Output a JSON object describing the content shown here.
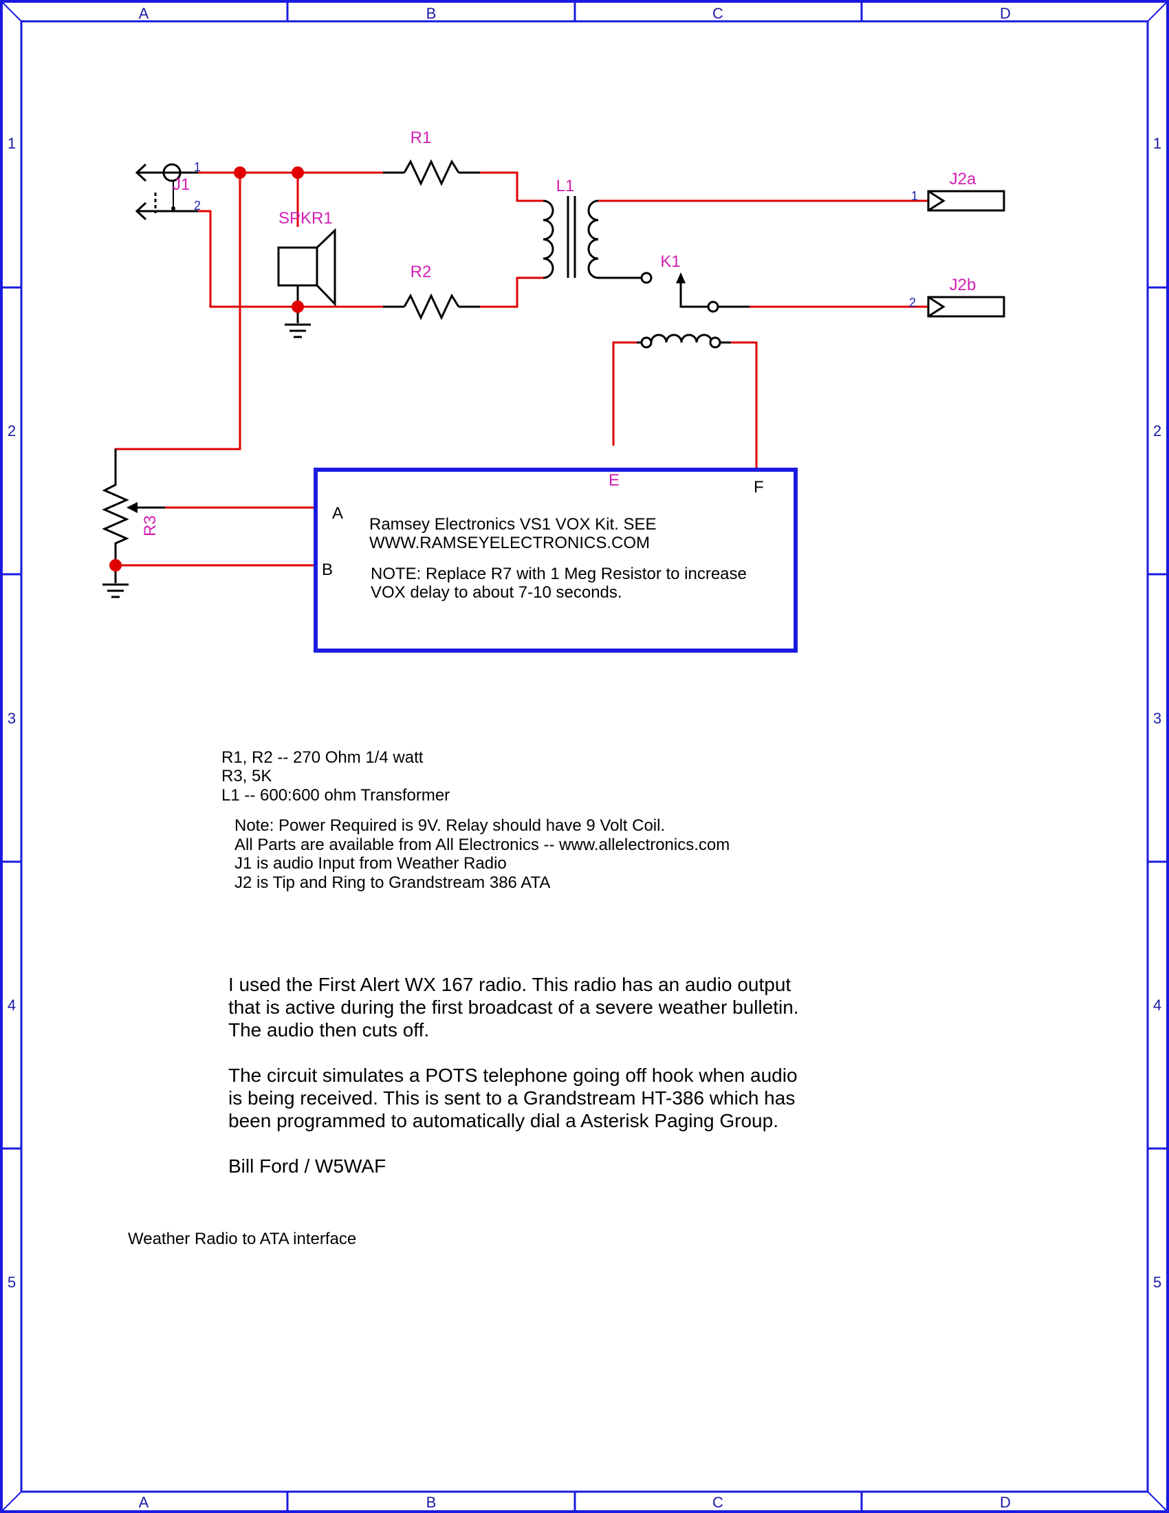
{
  "zones": {
    "columns": [
      "A",
      "B",
      "C",
      "D"
    ],
    "rows": [
      "1",
      "2",
      "3",
      "4",
      "5"
    ]
  },
  "components": {
    "j1": {
      "ref": "J1",
      "pin1": "1",
      "pin2": "2"
    },
    "spkr1": {
      "ref": "SPKR1"
    },
    "r1": {
      "ref": "R1"
    },
    "r2": {
      "ref": "R2"
    },
    "r3": {
      "ref": "R3"
    },
    "l1": {
      "ref": "L1"
    },
    "k1": {
      "ref": "K1"
    },
    "j2a": {
      "ref": "J2a",
      "pin": "1"
    },
    "j2b": {
      "ref": "J2b",
      "pin": "2"
    }
  },
  "vox_box": {
    "port_a": "A",
    "port_b": "B",
    "port_e": "E",
    "port_f": "F",
    "line1": "Ramsey Electronics VS1 VOX Kit. SEE",
    "line2": "WWW.RAMSEYELECTRONICS.COM",
    "note1": "NOTE: Replace R7 with 1 Meg Resistor to increase",
    "note2": "VOX delay to about 7-10 seconds."
  },
  "parts_list": [
    "R1, R2 -- 270 Ohm 1/4 watt",
    "R3, 5K",
    "L1 -- 600:600 ohm Transformer"
  ],
  "notes": [
    "Note: Power Required is 9V. Relay should have 9 Volt Coil.",
    "All Parts are available from All Electronics -- www.allelectronics.com",
    "J1 is audio Input from Weather Radio",
    "J2 is Tip and Ring to Grandstream 386 ATA"
  ],
  "description": [
    "I used the First Alert WX 167 radio. This radio has an audio output",
    "that is active during the first broadcast of a severe weather bulletin.",
    "The audio then cuts off.",
    "The circuit simulates a POTS telephone going off hook when audio",
    "is being received. This is sent to a Grandstream HT-386 which has",
    "been programmed to automatically dial a Asterisk Paging Group.",
    "Bill Ford / W5WAF"
  ],
  "title": "Weather Radio to ATA interface",
  "colors": {
    "frame": "#1a1ae0",
    "wire": "#e00000",
    "ref_label": "#d21fb4",
    "pin_label": "#2020b0",
    "junction": "#e00000"
  }
}
